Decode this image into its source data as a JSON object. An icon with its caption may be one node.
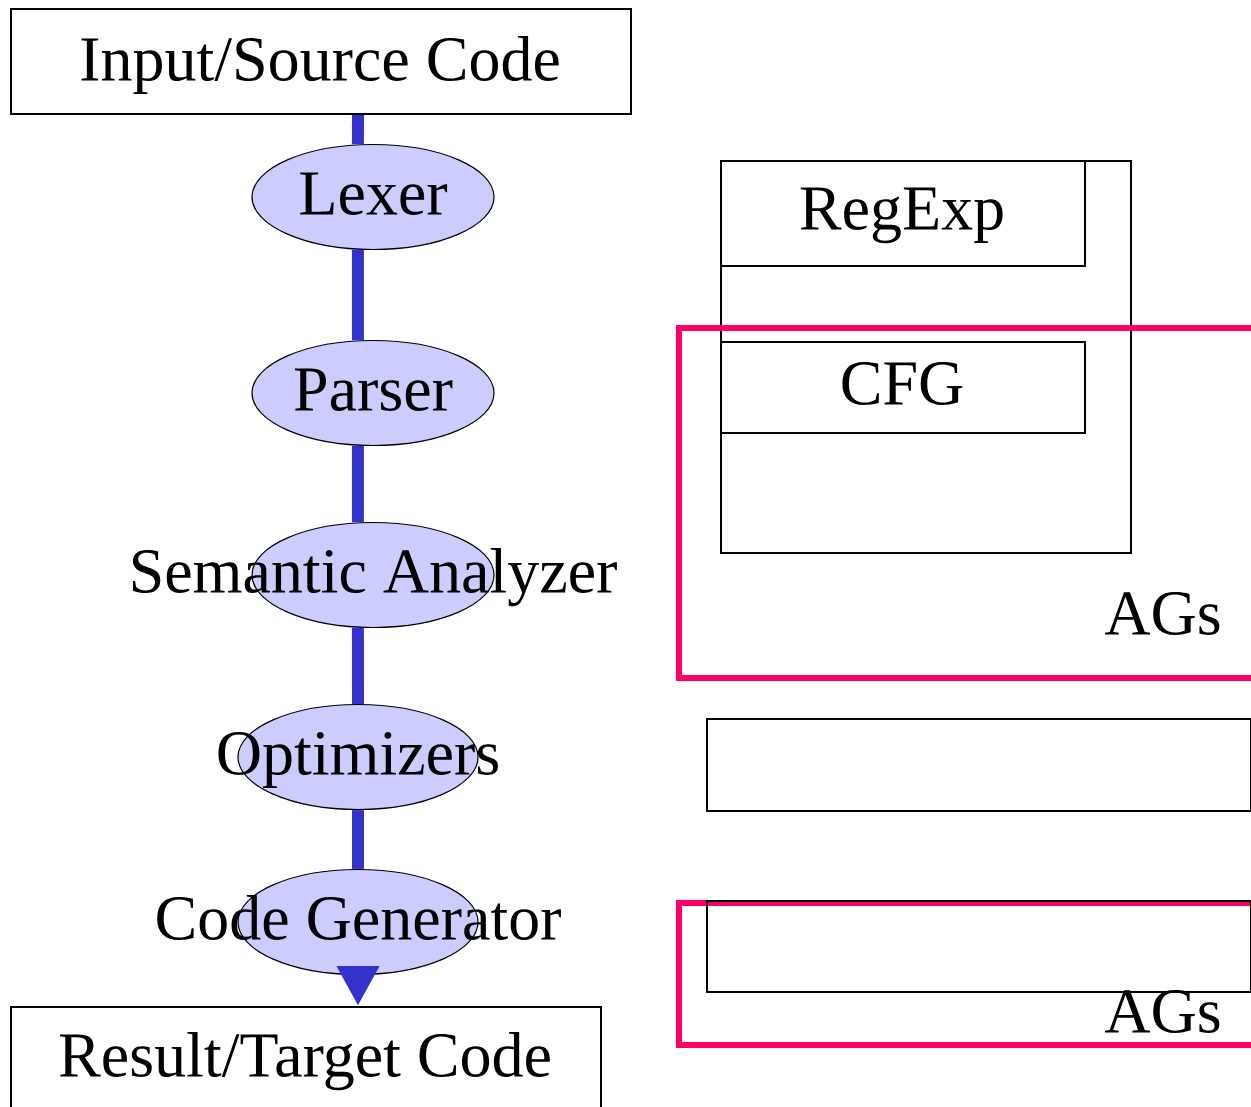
{
  "diagram": {
    "nodes": [
      {
        "text": [
          "Input/Source Code"
        ]
      },
      {
        "text": [
          "Lexer"
        ]
      },
      {
        "text": [
          "Parser"
        ]
      },
      {
        "text": [
          "Semantic Analyzer"
        ]
      },
      {
        "text": [
          "Optimizers"
        ]
      },
      {
        "text": [
          "Code Generator"
        ]
      },
      {
        "text": [
          "Result/Target Code"
        ]
      },
      {
        "text": [],
        "shape": "box"
      },
      {
        "text": [
          "RegExp"
        ],
        "in": 7
      },
      {
        "text": [
          "AGs"
        ]
      },
      {
        "text": [
          "CFG"
        ]
      },
      {
        "text": [],
        "shape": "box"
      },
      {
        "text": [
          "AGs"
        ]
      },
      {
        "text": [],
        "shape": "box",
        "in": 12
      }
    ],
    "edges": [
      {
        "from": 0,
        "to": 1,
        "arrow": "none"
      },
      {
        "from": 1,
        "to": 2,
        "arrow": "none"
      },
      {
        "from": 2,
        "to": 3,
        "arrow": "none"
      },
      {
        "from": 3,
        "to": 4,
        "arrow": "none"
      },
      {
        "from": 4,
        "to": 5,
        "arrow": "none"
      },
      {
        "from": 5,
        "to": 6,
        "arrow": "to"
      }
    ]
  }
}
